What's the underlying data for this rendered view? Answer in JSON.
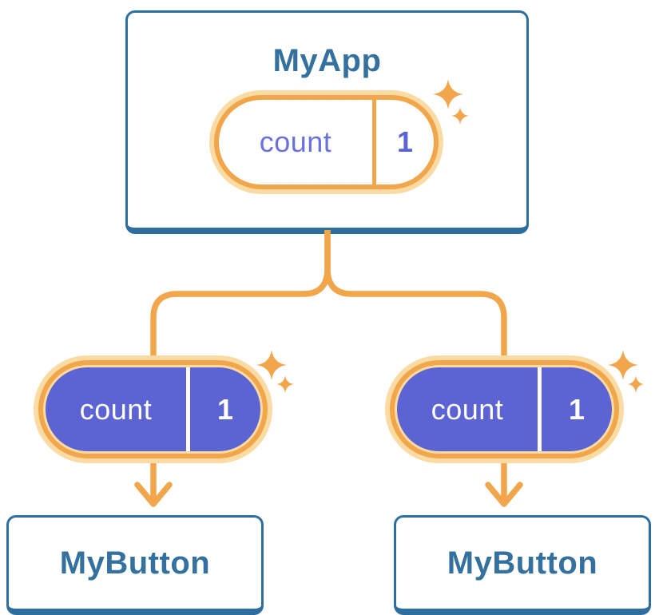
{
  "colors": {
    "accent_orange": "#F2A64B",
    "orange_glow": "#FBDBA4",
    "pill_purple_fill": "#5C63D2",
    "heading_blue": "#35719E",
    "card_border_blue": "#2E6E9F",
    "state_label_purple": "#6B71DC",
    "state_value_purple": "#5C63D6",
    "card_background": "#FFFFFF"
  },
  "diagram": {
    "root": {
      "title": "MyApp",
      "state": {
        "name": "count",
        "value": "1"
      }
    },
    "children": [
      {
        "title": "MyButton",
        "prop": {
          "name": "count",
          "value": "1"
        }
      },
      {
        "title": "MyButton",
        "prop": {
          "name": "count",
          "value": "1"
        }
      }
    ]
  }
}
